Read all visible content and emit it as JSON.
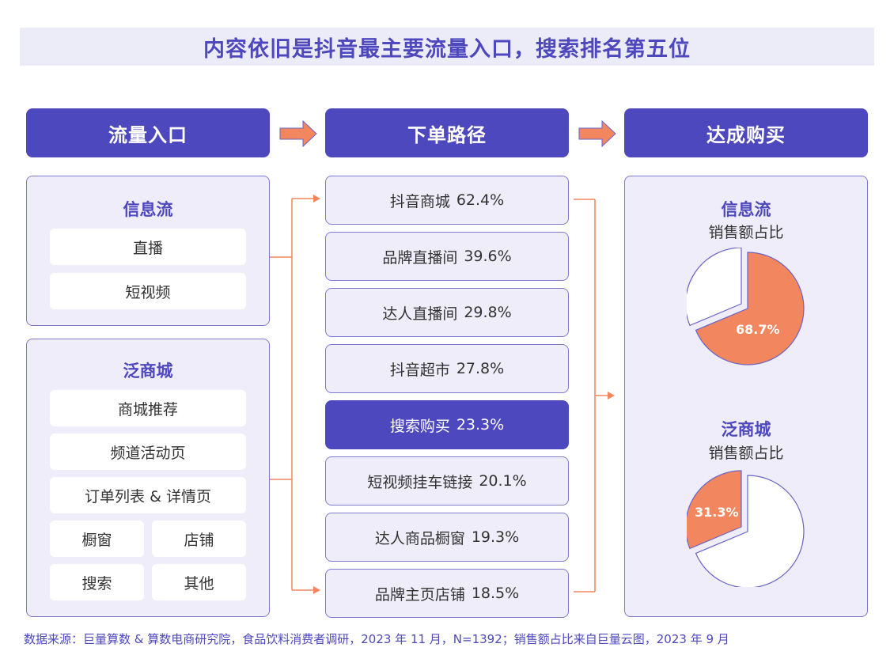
{
  "title": "内容依旧是抖音最主要流量入口，搜索排名第五位",
  "colors": {
    "primary": "#4E48BE",
    "panel_bg": "#EEEDF9",
    "panel_border": "#7F79CF",
    "accent": "#F2875F",
    "title_band": "#ECEBF8"
  },
  "columns": [
    {
      "header": "流量入口"
    },
    {
      "header": "下单路径"
    },
    {
      "header": "达成购买"
    }
  ],
  "traffic_entry": {
    "feed": {
      "title": "信息流",
      "items": [
        "直播",
        "短视频"
      ]
    },
    "mall": {
      "title": "泛商城",
      "items": [
        "商城推荐",
        "频道活动页",
        "订单列表 & 详情页"
      ],
      "grid_items": [
        "橱窗",
        "店铺",
        "搜索",
        "其他"
      ]
    }
  },
  "order_paths": [
    {
      "label": "抖音商城",
      "value": "62.4%",
      "highlight": false
    },
    {
      "label": "品牌直播间",
      "value": "39.6%",
      "highlight": false
    },
    {
      "label": "达人直播间",
      "value": "29.8%",
      "highlight": false
    },
    {
      "label": "抖音超市",
      "value": "27.8%",
      "highlight": false
    },
    {
      "label": "搜索购买",
      "value": "23.3%",
      "highlight": true
    },
    {
      "label": "短视频挂车链接",
      "value": "20.1%",
      "highlight": false
    },
    {
      "label": "达人商品橱窗",
      "value": "19.3%",
      "highlight": false
    },
    {
      "label": "品牌主页店铺",
      "value": "18.5%",
      "highlight": false
    }
  ],
  "purchase": {
    "feed": {
      "title": "信息流",
      "subtitle": "销售额占比",
      "value_label": "68.7%"
    },
    "mall": {
      "title": "泛商城",
      "subtitle": "销售额占比",
      "value_label": "31.3%"
    }
  },
  "chart_data": [
    {
      "type": "pie",
      "title": "信息流 销售额占比",
      "categories": [
        "信息流",
        "其他"
      ],
      "values": [
        68.7,
        31.3
      ],
      "highlighted": "信息流",
      "labels": [
        "68.7%"
      ]
    },
    {
      "type": "pie",
      "title": "泛商城 销售额占比",
      "categories": [
        "泛商城",
        "其他"
      ],
      "values": [
        31.3,
        68.7
      ],
      "highlighted": "泛商城",
      "labels": [
        "31.3%"
      ]
    }
  ],
  "footnote": "数据来源：巨量算数 & 算数电商研究院，食品饮料消费者调研，2023 年 11 月，N=1392；销售额占比来自巨量云图，2023 年 9 月"
}
